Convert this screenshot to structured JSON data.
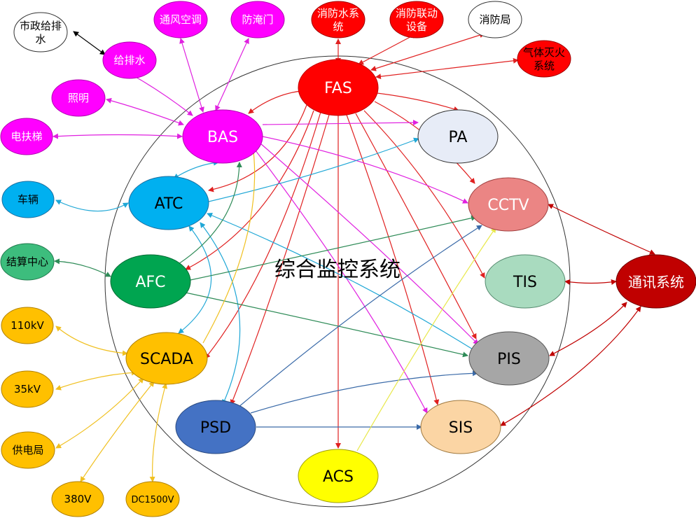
{
  "center_label": "综合监控系统",
  "nodes": {
    "fas": "FAS",
    "bas": "BAS",
    "pa": "PA",
    "atc": "ATC",
    "cctv": "CCTV",
    "afc": "AFC",
    "tis": "TIS",
    "scada": "SCADA",
    "pis": "PIS",
    "psd": "PSD",
    "sis": "SIS",
    "acs": "ACS",
    "comm": "通讯系统",
    "municipal_line1": "市政给排",
    "municipal_line2": "水",
    "ventilation": "通风空调",
    "floodgate": "防淹门",
    "fire_water_line1": "消防水系",
    "fire_water_line2": "统",
    "fire_link_line1": "消防联动",
    "fire_link_line2": "设备",
    "fire_bureau": "消防局",
    "gas_line1": "气体灭火",
    "gas_line2": "系统",
    "water": "给排水",
    "lighting": "照明",
    "escalator": "电扶梯",
    "vehicle": "车辆",
    "settlement": "结算中心",
    "v110": "110kV",
    "v35": "35kV",
    "power_bureau": "供电局",
    "v380": "380V",
    "dc1500": "DC1500V"
  },
  "colors": {
    "fas": "#ff0000",
    "bas": "#ff00ff",
    "atc": "#00b0f0",
    "afc": "#00a550",
    "scada": "#ffc000",
    "psd": "#4472c4",
    "acs": "#ffff00",
    "pa": "#e7ecf7",
    "cctv": "#eb8584",
    "tis": "#a9dbbf",
    "pis": "#a6a6a6",
    "sis": "#fbd5a4",
    "comm": "#c00000",
    "settlement": "#3dbd7d",
    "vehicle": "#00b0f0",
    "red_link": "#e02020",
    "magenta_link": "#e020e0",
    "cyan_link": "#1fa7d6",
    "green_link": "#2e8b57",
    "yellow_link": "#f0c020",
    "blue_link": "#3a6aa8",
    "darkred_link": "#c00000",
    "lightyellow_link": "#e8e84a"
  }
}
